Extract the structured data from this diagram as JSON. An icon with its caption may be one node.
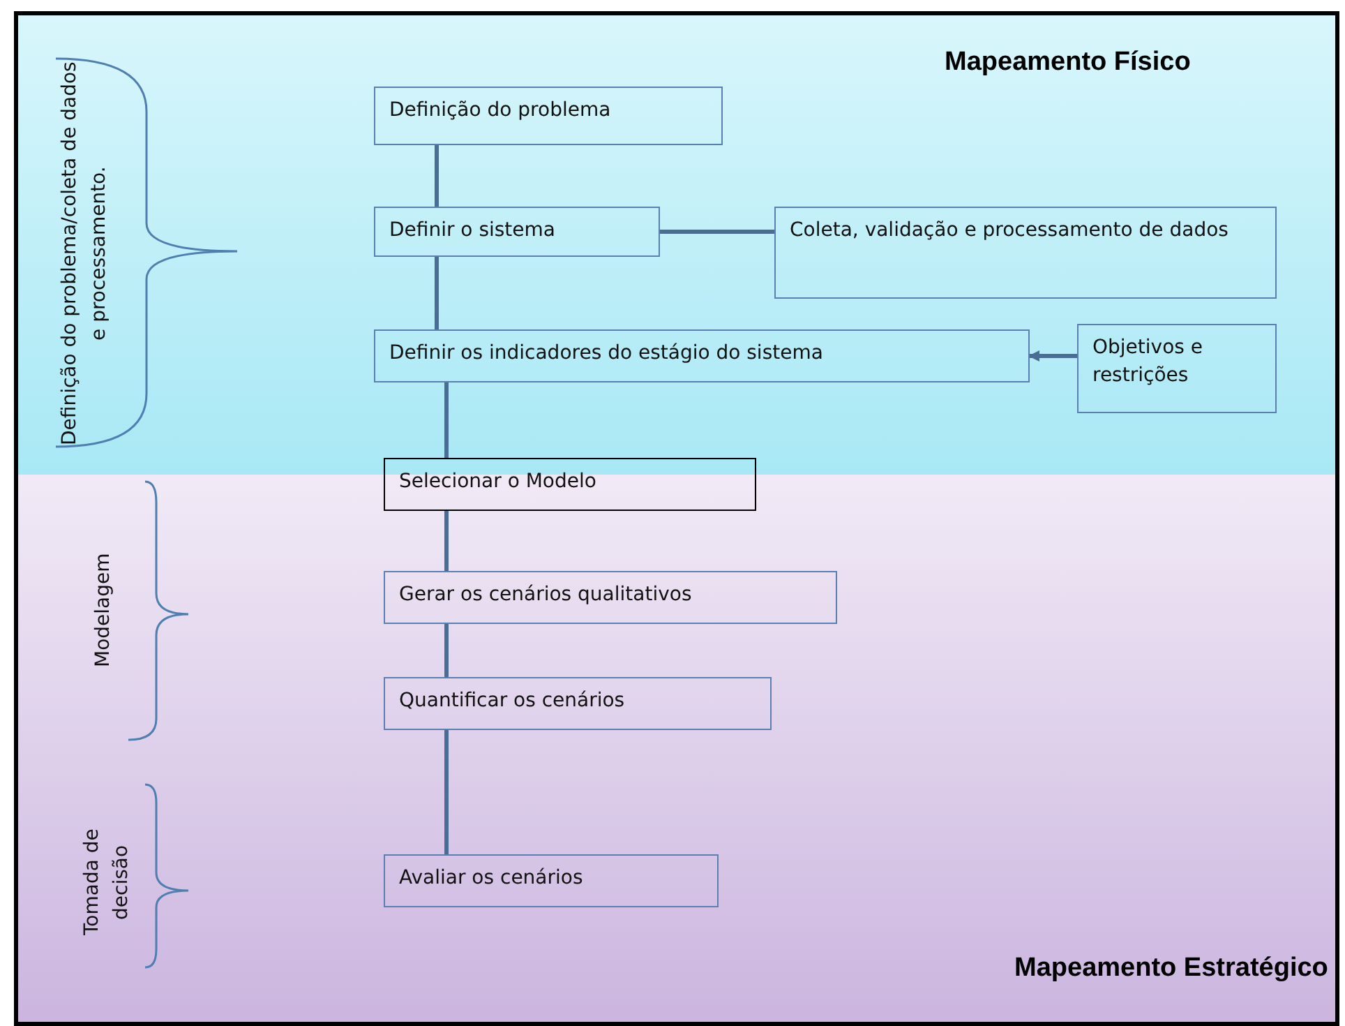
{
  "diagram": {
    "nodes": [
      {
        "text": [
          "Mapeamento Físico"
        ]
      },
      {
        "text": [
          "Definição do problema"
        ],
        "in": 0
      },
      {
        "text": [
          "Definir o sistema"
        ],
        "in": 0
      },
      {
        "text": [
          "Coleta, validação e processamento de dados"
        ],
        "in": 0
      },
      {
        "text": [
          "Definir os indicadores do estágio do sistema"
        ],
        "in": 0
      },
      {
        "text": [
          "Objetivos e restrições"
        ],
        "in": 0
      },
      {
        "text": [
          "Mapeamento Estratégico"
        ]
      },
      {
        "text": [
          "Selecionar o Modelo"
        ]
      },
      {
        "text": [
          "Gerar os cenários qualitativos"
        ],
        "in": 6
      },
      {
        "text": [
          "Quantificar os cenários"
        ],
        "in": 6
      },
      {
        "text": [
          "Avaliar os cenários"
        ],
        "in": 6
      }
    ],
    "edges": [
      {
        "from": 1,
        "to": 2,
        "arrow": "none"
      },
      {
        "from": 2,
        "to": 3,
        "arrow": "none"
      },
      {
        "from": 2,
        "to": 4,
        "arrow": "none"
      },
      {
        "from": 5,
        "to": 4,
        "arrow": "to"
      },
      {
        "from": 4,
        "to": 7,
        "arrow": "none"
      },
      {
        "from": 7,
        "to": 8,
        "arrow": "none"
      },
      {
        "from": 8,
        "to": 9,
        "arrow": "none"
      },
      {
        "from": 9,
        "to": 10,
        "arrow": "none"
      }
    ],
    "labels": [
      "Definição do problema/coleta de dados e processamento.",
      "Modelagem",
      "Tomada de decisão"
    ]
  }
}
